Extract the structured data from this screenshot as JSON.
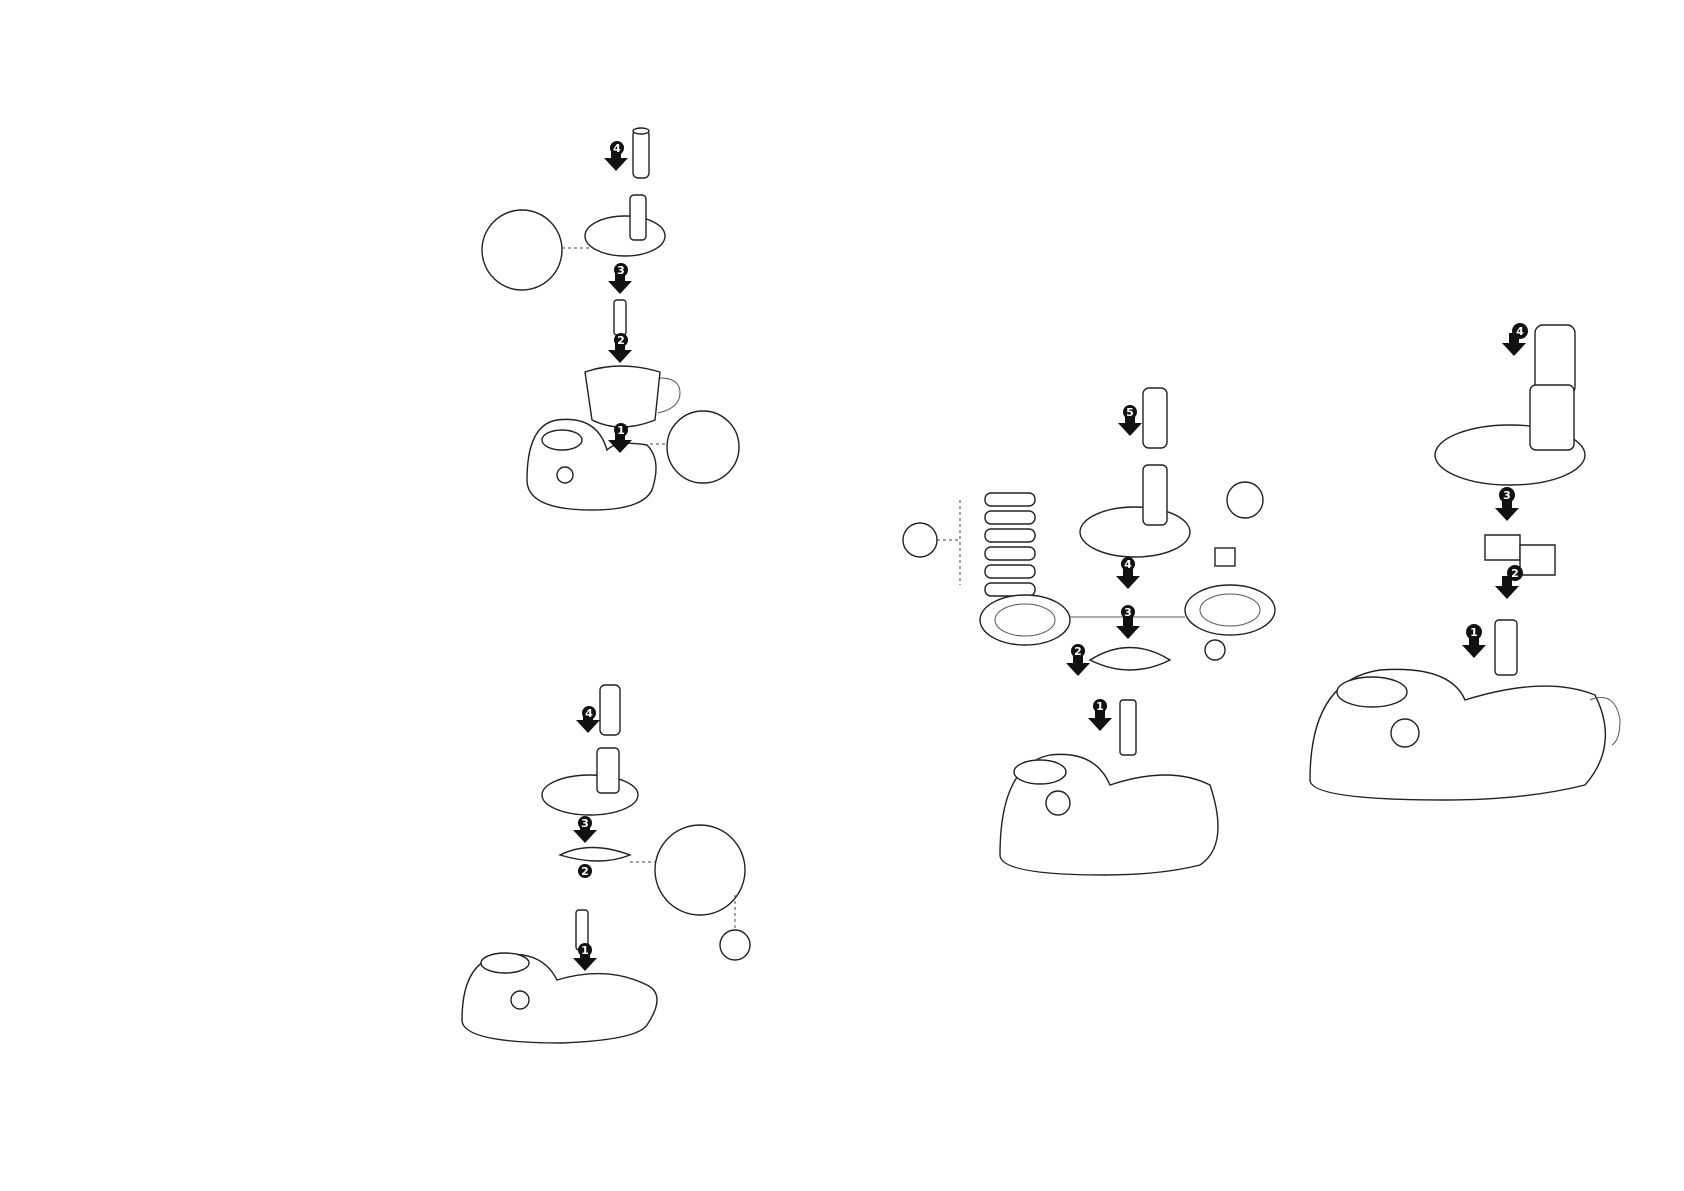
{
  "figures": [
    {
      "id": "chopper-assembly",
      "steps": [
        "1",
        "2",
        "3",
        "4"
      ]
    },
    {
      "id": "kneading-assembly",
      "steps": [
        "1",
        "2",
        "3",
        "4"
      ]
    },
    {
      "id": "disc-assembly",
      "steps": [
        "1",
        "2",
        "3",
        "4",
        "5"
      ]
    },
    {
      "id": "whisk-assembly",
      "steps": [
        "1",
        "2",
        "3",
        "4"
      ]
    }
  ],
  "colors": {
    "line": "#222222",
    "marker": "#111111",
    "background": "#ffffff"
  }
}
